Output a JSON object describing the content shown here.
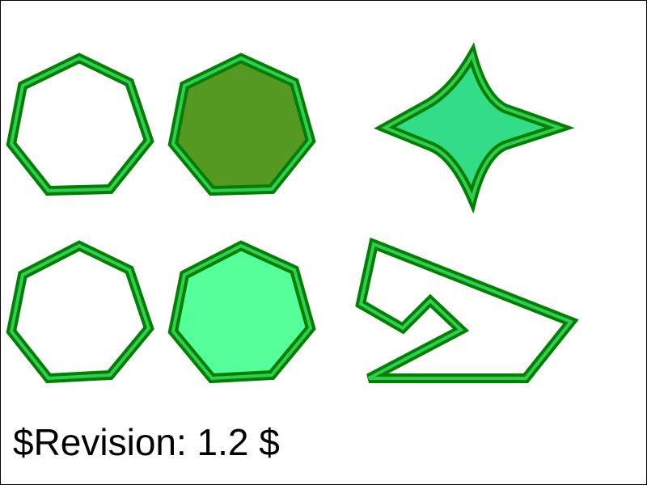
{
  "revision_text": "$Revision: 1.2 $",
  "colors": {
    "stroke_dark": "#008000",
    "stroke_light": "#33cc55",
    "background": "#ffffff",
    "frame": "#000000"
  },
  "shapes": [
    {
      "name": "heptagon-outline-top",
      "kind": "heptagon",
      "fill": "none"
    },
    {
      "name": "heptagon-filled-olive",
      "kind": "heptagon",
      "fill": "#559922"
    },
    {
      "name": "four-point-star",
      "kind": "star",
      "fill": "#33dd88"
    },
    {
      "name": "heptagon-outline-bottom",
      "kind": "heptagon",
      "fill": "none"
    },
    {
      "name": "heptagon-filled-mint",
      "kind": "heptagon",
      "fill": "#55ff99"
    },
    {
      "name": "zigzag-polygon",
      "kind": "polygon",
      "fill": "none"
    }
  ]
}
